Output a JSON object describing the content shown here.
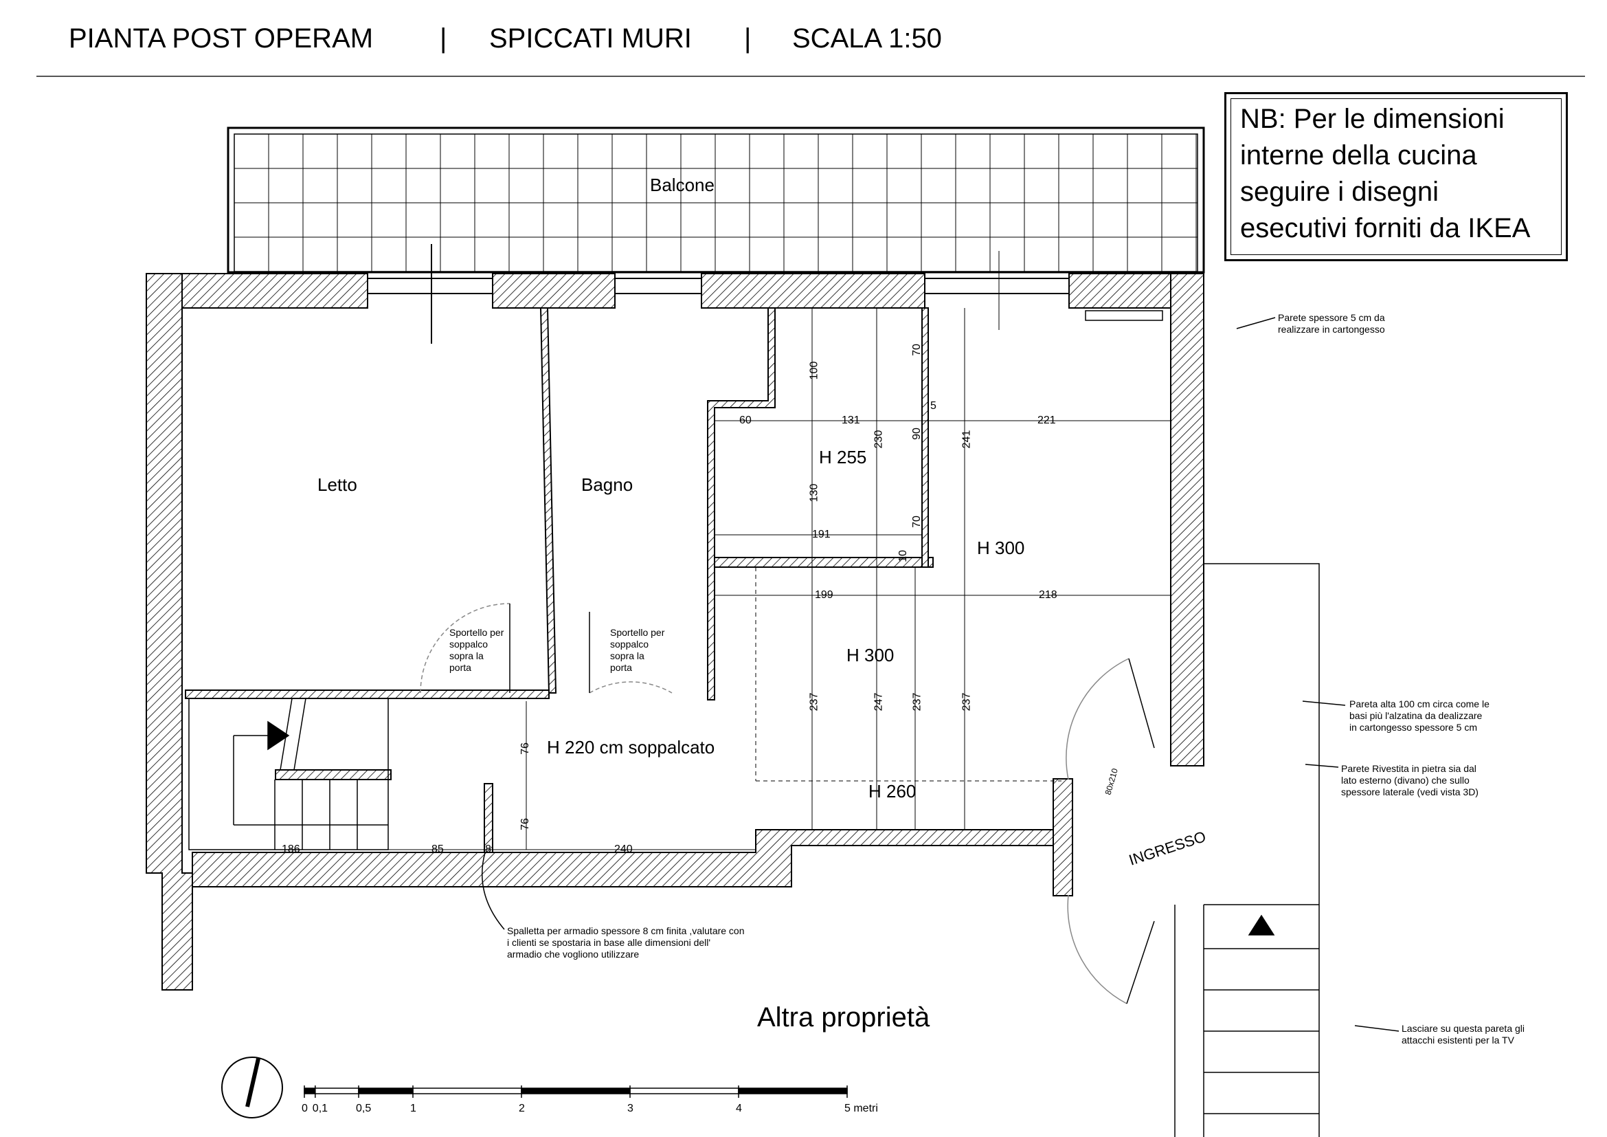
{
  "header": {
    "title_left": "PIANTA POST OPERAM",
    "separator_1": "|",
    "title_mid": "SPICCATI MURI",
    "separator_2": "|",
    "title_right": "SCALA 1:50"
  },
  "note_box": {
    "lines": [
      "NB: Per le dimensioni",
      "interne della cucina",
      "seguire i disegni",
      "esecutivi forniti da IKEA"
    ]
  },
  "rooms": {
    "balcone": "Balcone",
    "letto": "Letto",
    "bagno": "Bagno",
    "ingresso": "INGRESSO",
    "altra_proprieta": "Altra proprietà"
  },
  "heights": {
    "h255": "H 255",
    "h300_kitchen": "H 300",
    "h300_living": "H 300",
    "h260": "H 260",
    "h220": "H 220 cm soppalcato"
  },
  "hatch_notes": {
    "sportello_1": [
      "Sportello per",
      "soppalco",
      "sopra la",
      "porta"
    ],
    "sportello_2": [
      "Sportello per",
      "soppalco",
      "sopra la",
      "porta"
    ]
  },
  "dimensions": {
    "d60": "60",
    "d131": "131",
    "d221": "221",
    "d5": "5",
    "d100": "100",
    "d70a": "70",
    "d230": "230",
    "d90": "90",
    "d241": "241",
    "d130": "130",
    "d70b": "70",
    "d191": "191",
    "d10": "10",
    "d199": "199",
    "d218": "218",
    "d237a": "237",
    "d247": "247",
    "d237b": "237",
    "d237c": "237",
    "d76a": "76",
    "d76b": "76",
    "d186": "186",
    "d85": "85",
    "d8": "8",
    "d240": "240",
    "door": "80x210"
  },
  "annotations": {
    "parete_cartongesso": [
      "Parete spessore 5 cm da",
      "realizzare in cartongesso"
    ],
    "parete_alta": [
      "Pareta alta 100 cm circa come le",
      "basi più l'alzatina da dealizzare",
      "in cartongesso spessore 5 cm"
    ],
    "parete_rivestita": [
      "Parete Rivestita in pietra sia dal",
      "lato esterno (divano) che sullo",
      "spessore laterale (vedi vista 3D)"
    ],
    "spalletta": [
      "Spalletta per armadio spessore 8 cm finita ,valutare con",
      "i clienti se spostaria in base alle dimensioni dell'",
      "armadio che vogliono utilizzare"
    ],
    "tv": [
      "Lasciare su questa pareta gli",
      "attacchi esistenti per la TV"
    ]
  },
  "scale_bar": {
    "labels": [
      "0",
      "0,1",
      "0,5",
      "1",
      "2",
      "3",
      "4",
      "5 metri"
    ],
    "values_m": [
      0,
      0.1,
      0.5,
      1,
      2,
      3,
      4,
      5
    ]
  },
  "colors": {
    "ink": "#000000",
    "wall_fill": "#d0d0d0",
    "door_arc": "#888888",
    "background": "#ffffff"
  }
}
